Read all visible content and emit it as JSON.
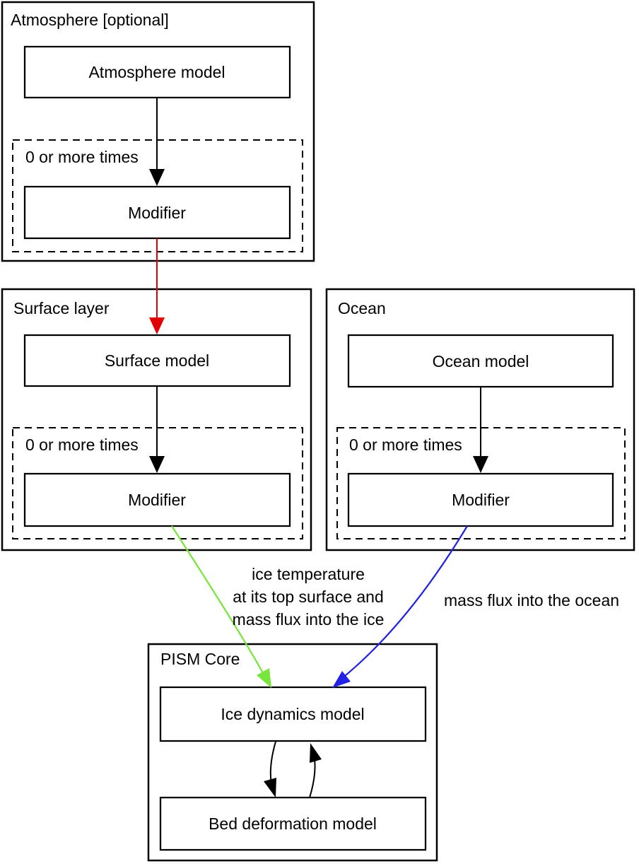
{
  "diagram": {
    "atmosphere": {
      "title": "Atmosphere [optional]",
      "model": "Atmosphere model",
      "repeat": "0 or more times",
      "modifier": "Modifier"
    },
    "surface": {
      "title": "Surface layer",
      "model": "Surface model",
      "repeat": "0 or more times",
      "modifier": "Modifier"
    },
    "ocean": {
      "title": "Ocean",
      "model": "Ocean model",
      "repeat": "0 or more times",
      "modifier": "Modifier"
    },
    "pism_core": {
      "title": "PISM Core",
      "ice_dynamics": "Ice dynamics model",
      "bed_deformation": "Bed deformation model"
    },
    "edge_labels": {
      "surface_to_core": [
        "ice temperature",
        "at its top surface and",
        "mass flux into the ice"
      ],
      "ocean_to_core": "mass flux into the ocean"
    },
    "colors": {
      "atmosphere_to_surface": "#e00000",
      "surface_to_core": "#77e53c",
      "ocean_to_core": "#2222e2"
    }
  }
}
